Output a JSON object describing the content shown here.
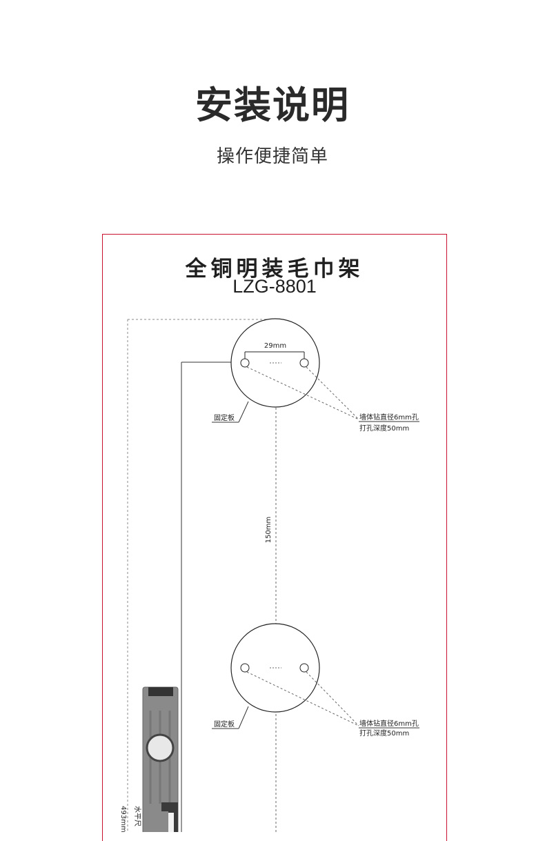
{
  "header": {
    "title": "安装说明",
    "subtitle": "操作便捷简单"
  },
  "sheet": {
    "product_name": "全铜明装毛巾架",
    "model": "LZG-8801"
  },
  "diagram": {
    "hole_spacing": "29mm",
    "plate_spacing": "150mm",
    "plate_label": "固定板",
    "drill_note_line1": "墙体钻直径6mm孔",
    "drill_note_line2": "打孔深度50mm",
    "level_label": "水平尺",
    "overall_length": "493mm"
  }
}
